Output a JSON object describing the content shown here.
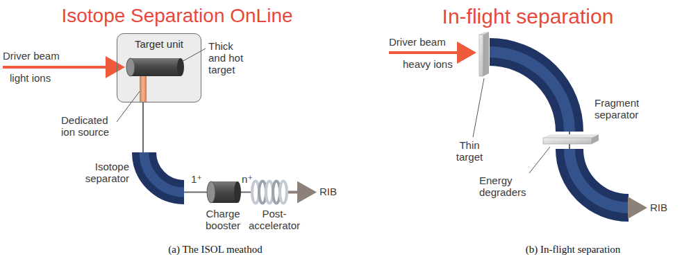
{
  "diagram": {
    "nodes": [
      {
        "text": [
          "Target unit"
        ]
      }
    ],
    "labels": [
      "Isotope Separation OnLine",
      "Driver beam",
      "light ions",
      "Thick and hot target",
      "Dedicated ion source",
      "Isotope separator",
      "1⁺",
      "n⁺",
      "Charge booster",
      "Post-accelerator",
      "RIB",
      "(a) The ISOL meathod",
      "In-flight separation",
      "Driver beam",
      "heavy ions",
      "Thin target",
      "Fragment separator",
      "Energy degraders",
      "RIB",
      "(b) In-flight separation"
    ]
  }
}
